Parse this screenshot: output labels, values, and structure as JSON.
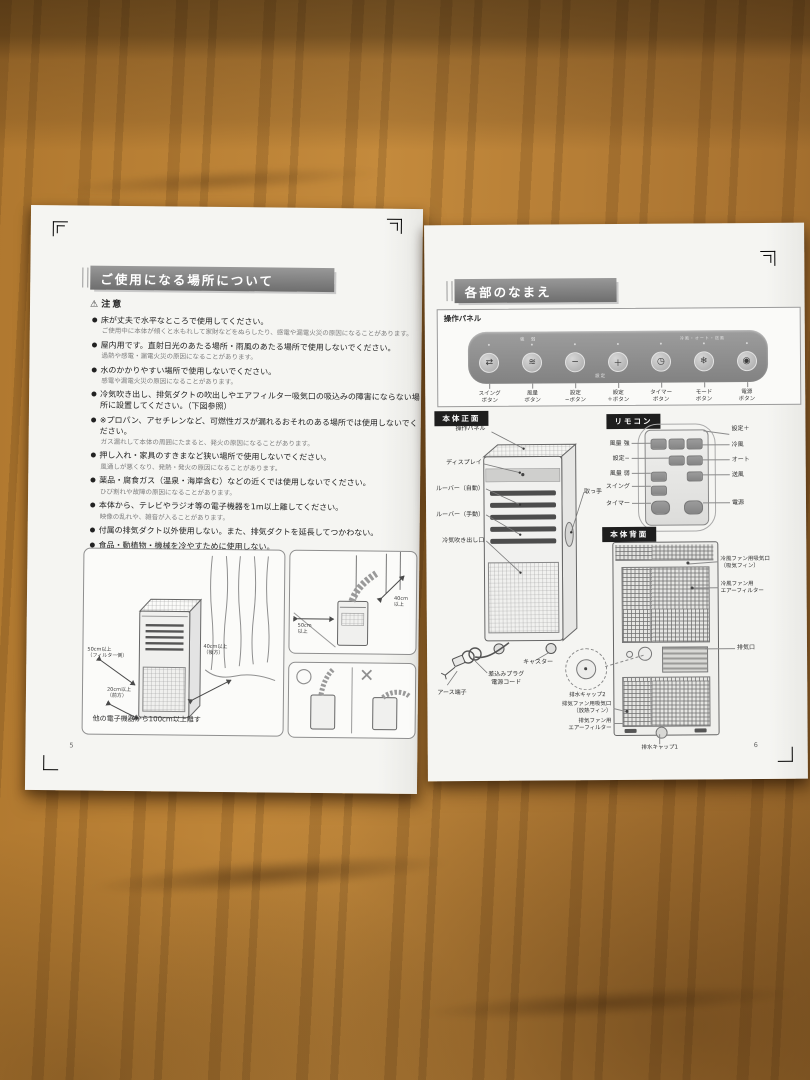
{
  "marks": {
    "ok": "○",
    "ng": "✕"
  },
  "left_page": {
    "page_number": "5",
    "header": "ご使用になる場所について",
    "caution_icon": "⚠",
    "caution_title": "注意",
    "warnings": [
      {
        "main": "床が丈夫で水平なところで使用してください。",
        "sub": "ご使用中に本体が傾くと水もれして家財などをぬらしたり、感電や漏電火災の原因になることがあります。"
      },
      {
        "main": "屋内用です。直射日光のあたる場所・雨風のあたる場所で使用しないでください。",
        "sub": "過熱や感電・漏電火災の原因になることがあります。"
      },
      {
        "main": "水のかかりやすい場所で使用しないでください。",
        "sub": "感電や漏電火災の原因になることがあります。"
      },
      {
        "main": "冷気吹き出し、排気ダクトの吹出しやエアフィルター吸気口の吸込みの障害にならない場所に設置してください。（下図参照）",
        "sub": ""
      },
      {
        "main": "※プロパン、アセチレンなど、可燃性ガスが漏れるおそれのある場所では使用しないでください。",
        "sub": "ガス漏れして本体の周囲にたまると、発火の原因になることがあります。"
      },
      {
        "main": "押し入れ・家具のすきまなど狭い場所で使用しないでください。",
        "sub": "風通しが悪くなり、発熱・発火の原因になることがあります。"
      },
      {
        "main": "薬品・腐食ガス（温泉・海岸含む）などの近くでは使用しないでください。",
        "sub": "ひび割れや故障の原因になることがあります。"
      },
      {
        "main": "本体から、テレビやラジオ等の電子機器を1m以上離してください。",
        "sub": "映像の乱れや、雑音が入ることがあります。"
      },
      {
        "main": "付属の排気ダクト以外使用しない。また、排気ダクトを延長してつかわない。",
        "sub": ""
      },
      {
        "main": "食品・動植物・機械を冷やすために使用しない。",
        "sub": ""
      }
    ],
    "placement": {
      "clearance_filter_1": "50cm以上",
      "clearance_filter_2": "（フィルター側）",
      "clearance_rear_1": "40cm以上",
      "clearance_rear_2": "（後方）",
      "clearance_front_1": "20cm以上",
      "clearance_front_2": "（前方）",
      "caption": "他の電子機器から100cm以上離す",
      "window_rear_1": "40cm",
      "window_rear_2": "以上",
      "window_side_1": "50cm",
      "window_side_2": "以上"
    }
  },
  "right_page": {
    "page_number": "6",
    "header": "各部のなまえ",
    "panel": {
      "title": "操作パネル",
      "indicator_fan": "強　弱",
      "indicator_mode": "冷風・オート・送風",
      "set_label": "設定",
      "buttons": [
        {
          "icon": "⇄",
          "line1": "スイング",
          "line2": "ボタン"
        },
        {
          "icon": "≋",
          "line1": "風量",
          "line2": "ボタン"
        },
        {
          "icon": "−",
          "line1": "設定",
          "line2": "−ボタン"
        },
        {
          "icon": "＋",
          "line1": "設定",
          "line2": "＋ボタン"
        },
        {
          "icon": "◷",
          "line1": "タイマー",
          "line2": "ボタン"
        },
        {
          "icon": "❄",
          "line1": "モード",
          "line2": "ボタン"
        },
        {
          "icon": "◉",
          "line1": "電源",
          "line2": "ボタン"
        }
      ]
    },
    "front": {
      "title": "本体正面",
      "operation_panel": "操作パネル",
      "display": "ディスプレイ",
      "louver_auto": "ルーバー（自動）",
      "louver_manual": "ルーバー（手動）",
      "cold_air_outlet": "冷気吹き出し口",
      "handle": "取っ手",
      "caster": "キャスター",
      "plug_line1": "差込みプラグ",
      "plug_line2": "電源コード",
      "earth": "アース端子"
    },
    "remote": {
      "title": "リモコン",
      "setting_plus": "設定＋",
      "fan_high": "風量 強",
      "setting_minus": "設定−",
      "fan_low": "風量 弱",
      "swing": "スイング",
      "timer": "タイマー",
      "cool": "冷風",
      "auto": "オート",
      "fan": "送風",
      "power": "電源"
    },
    "back": {
      "title": "本体背面",
      "intake_top_1": "冷風ファン用吸気口",
      "intake_top_2": "（吸気フィン）",
      "filter_top_1": "冷風ファン用",
      "filter_top_2": "エアーフィルター",
      "exhaust": "排気口",
      "drain_cap2": "排水キャップ2",
      "intake_bottom_1": "排気ファン用吸気口",
      "intake_bottom_2": "（放熱フィン）",
      "filter_bottom_1": "排気ファン用",
      "filter_bottom_2": "エアーフィルター",
      "drain_cap1": "排水キャップ1"
    }
  }
}
